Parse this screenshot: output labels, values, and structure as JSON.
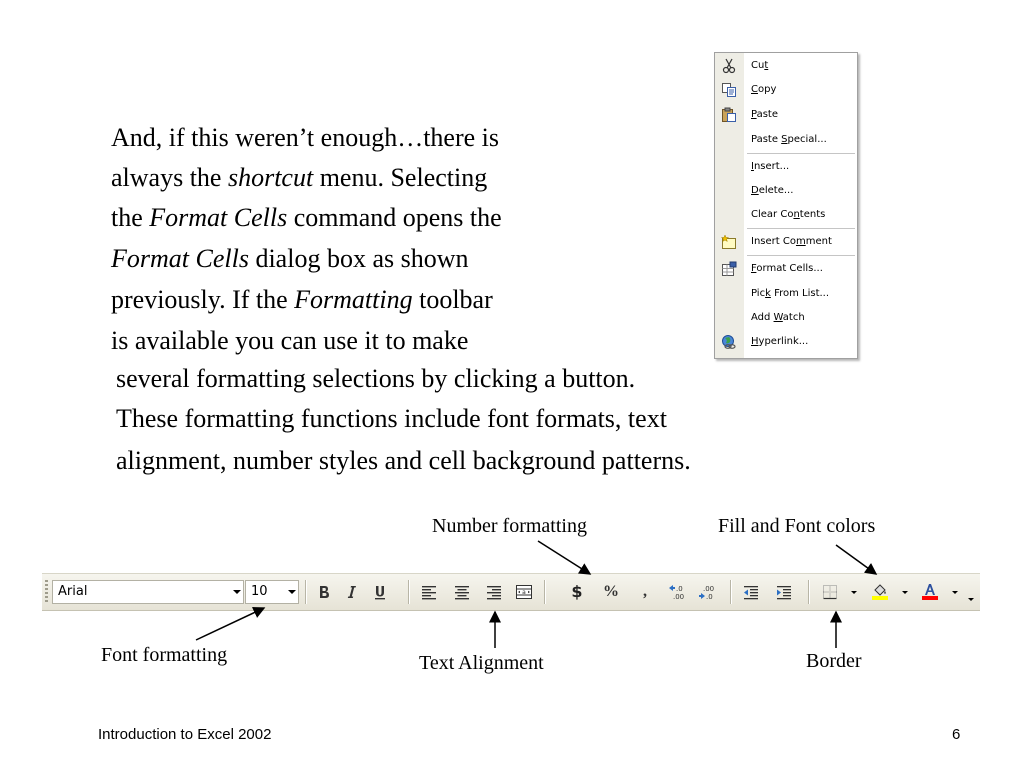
{
  "paragraph": {
    "line1": "And, if this weren’t enough…there is",
    "line2_a": "always the ",
    "line2_b": "shortcut",
    "line2_c": " menu.  Selecting",
    "line3_a": "the ",
    "line3_b": "Format Cells",
    "line3_c": " command opens the",
    "line4_a": "Format Cells",
    "line4_b": " dialog box as shown",
    "line5_a": "previously.  If the ",
    "line5_b": "Formatting",
    "line5_c": " toolbar",
    "line6": "is available you can use it to make",
    "line7": "several formatting selections by clicking a button.",
    "line8": "These formatting functions include font formats, text",
    "line9": "alignment, number styles and cell background patterns."
  },
  "context_menu": {
    "items": [
      {
        "pre": "Cu",
        "key": "t",
        "post": "",
        "icon": "scissors-icon"
      },
      {
        "pre": "",
        "key": "C",
        "post": "opy",
        "icon": "copy-icon"
      },
      {
        "pre": "",
        "key": "P",
        "post": "aste",
        "icon": "paste-icon"
      },
      {
        "pre": "Paste ",
        "key": "S",
        "post": "pecial...",
        "icon": ""
      },
      {
        "pre": "",
        "key": "I",
        "post": "nsert...",
        "icon": ""
      },
      {
        "pre": "",
        "key": "D",
        "post": "elete...",
        "icon": ""
      },
      {
        "pre": "Clear Co",
        "key": "n",
        "post": "tents",
        "icon": ""
      },
      {
        "pre": "Insert Co",
        "key": "m",
        "post": "ment",
        "icon": "insert-comment-icon"
      },
      {
        "pre": "",
        "key": "F",
        "post": "ormat Cells...",
        "icon": "format-cells-icon"
      },
      {
        "pre": "Pic",
        "key": "k",
        "post": " From List...",
        "icon": ""
      },
      {
        "pre": "Add ",
        "key": "W",
        "post": "atch",
        "icon": ""
      },
      {
        "pre": "",
        "key": "H",
        "post": "yperlink...",
        "icon": "hyperlink-globe-icon"
      }
    ]
  },
  "toolbar": {
    "font_name": "Arial",
    "font_size": "10",
    "percent_label": "%",
    "comma_label": ","
  },
  "callouts": {
    "number_formatting": "Number formatting",
    "fill_font_colors": "Fill and Font colors",
    "font_formatting": "Font formatting",
    "text_alignment": "Text Alignment",
    "border": "Border"
  },
  "colors": {
    "fill_color": "#ffff00",
    "font_color": "#ff0000",
    "currency": "#222222"
  },
  "footer": {
    "title": "Introduction to Excel 2002",
    "page": "6"
  }
}
